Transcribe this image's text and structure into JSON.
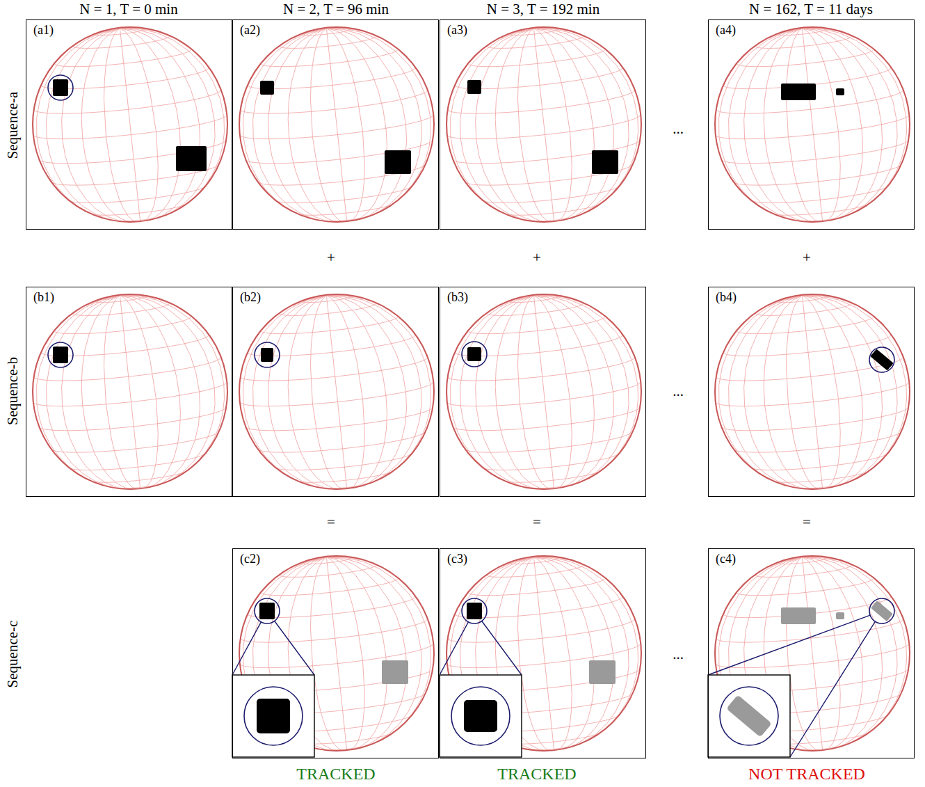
{
  "diagram": {
    "nodes": [
      {
        "text": [
          "(a1)"
        ]
      },
      {
        "text": [
          "(a2)"
        ]
      },
      {
        "text": [
          "(a3)"
        ]
      },
      {
        "text": [
          "(a4)"
        ]
      },
      {
        "text": [
          "(b1)"
        ]
      },
      {
        "text": [
          "(b2)"
        ]
      },
      {
        "text": [
          "(b3)"
        ]
      },
      {
        "text": [
          "(b4)"
        ]
      },
      {
        "text": [
          "(c2)"
        ]
      },
      {
        "text": [
          "(c3)"
        ]
      },
      {
        "text": [
          "(c4)"
        ]
      }
    ],
    "labels": [
      "N = 1, T = 0 min",
      "N = 2, T = 96 min",
      "N = 3, T = 192 min",
      "N = 162, T = 11 days",
      "Sequence-a",
      "Sequence-b",
      "Sequence-c",
      "+",
      "+",
      "+",
      "=",
      "=",
      "=",
      "...",
      "...",
      "...",
      "TRACKED",
      "TRACKED",
      "NOT TRACKED"
    ]
  }
}
